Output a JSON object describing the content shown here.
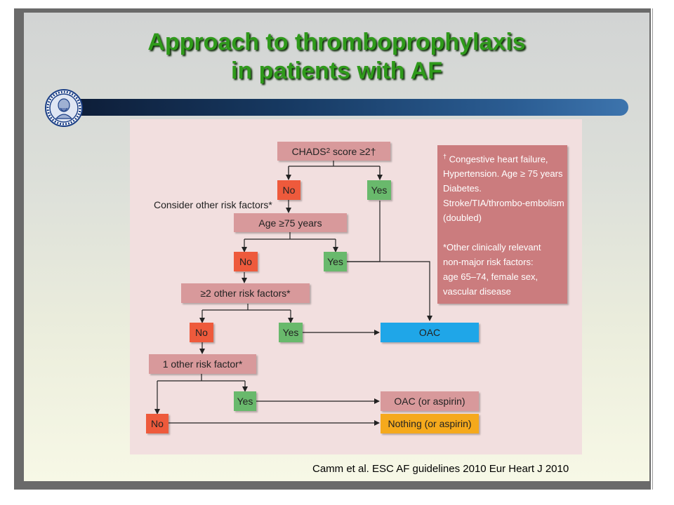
{
  "slide": {
    "title_line1": "Approach to thromboprophylaxis",
    "title_line2": "in patients with AF",
    "citation": "Camm et al. ESC AF guidelines 2010 Eur Heart J 2010"
  },
  "colors": {
    "title_green": "#2f9a1b",
    "question_box": "#d8999b",
    "no_box": "#ee5a3c",
    "yes_box": "#69b96c",
    "oac_box": "#1fa6e8",
    "nothing_box": "#f5a91c",
    "note_box": "#cb7c7e"
  },
  "logo": {
    "icon": "portrait-seal-icon"
  },
  "flowchart": {
    "q1": {
      "prefix": "CHADS",
      "sub": "2",
      "mid": " score ",
      "cmp": "≥",
      "value": "2†"
    },
    "q1_no": "No",
    "q1_yes": "Yes",
    "consider_label": "Consider other risk factors*",
    "q2": {
      "prefix": "Age ",
      "cmp": "≥",
      "value": "75 years"
    },
    "q2_no": "No",
    "q2_yes": "Yes",
    "q3": {
      "cmp": "≥",
      "value": "2 other risk factors*"
    },
    "q3_no": "No",
    "q3_yes": "Yes",
    "q4": "1 other risk factor*",
    "q4_yes": "Yes",
    "q4_no": "No",
    "result_oac": "OAC",
    "result_oac_or_aspirin": "OAC (or aspirin)",
    "result_nothing": "Nothing (or aspirin)",
    "note": {
      "dagger_mark": "†",
      "line1": " Congestive heart failure,",
      "line2": "Hypertension. Age ",
      "line2_cmp": "≥",
      "line2_end": " 75 years",
      "line3": "Diabetes.",
      "line4": "Stroke/TIA/thrombo-embolism",
      "line5": "(doubled)",
      "line6": "*Other clinically relevant",
      "line7": "non-major risk factors:",
      "line8": "age 65–74, female sex,",
      "line9": "vascular disease"
    }
  }
}
